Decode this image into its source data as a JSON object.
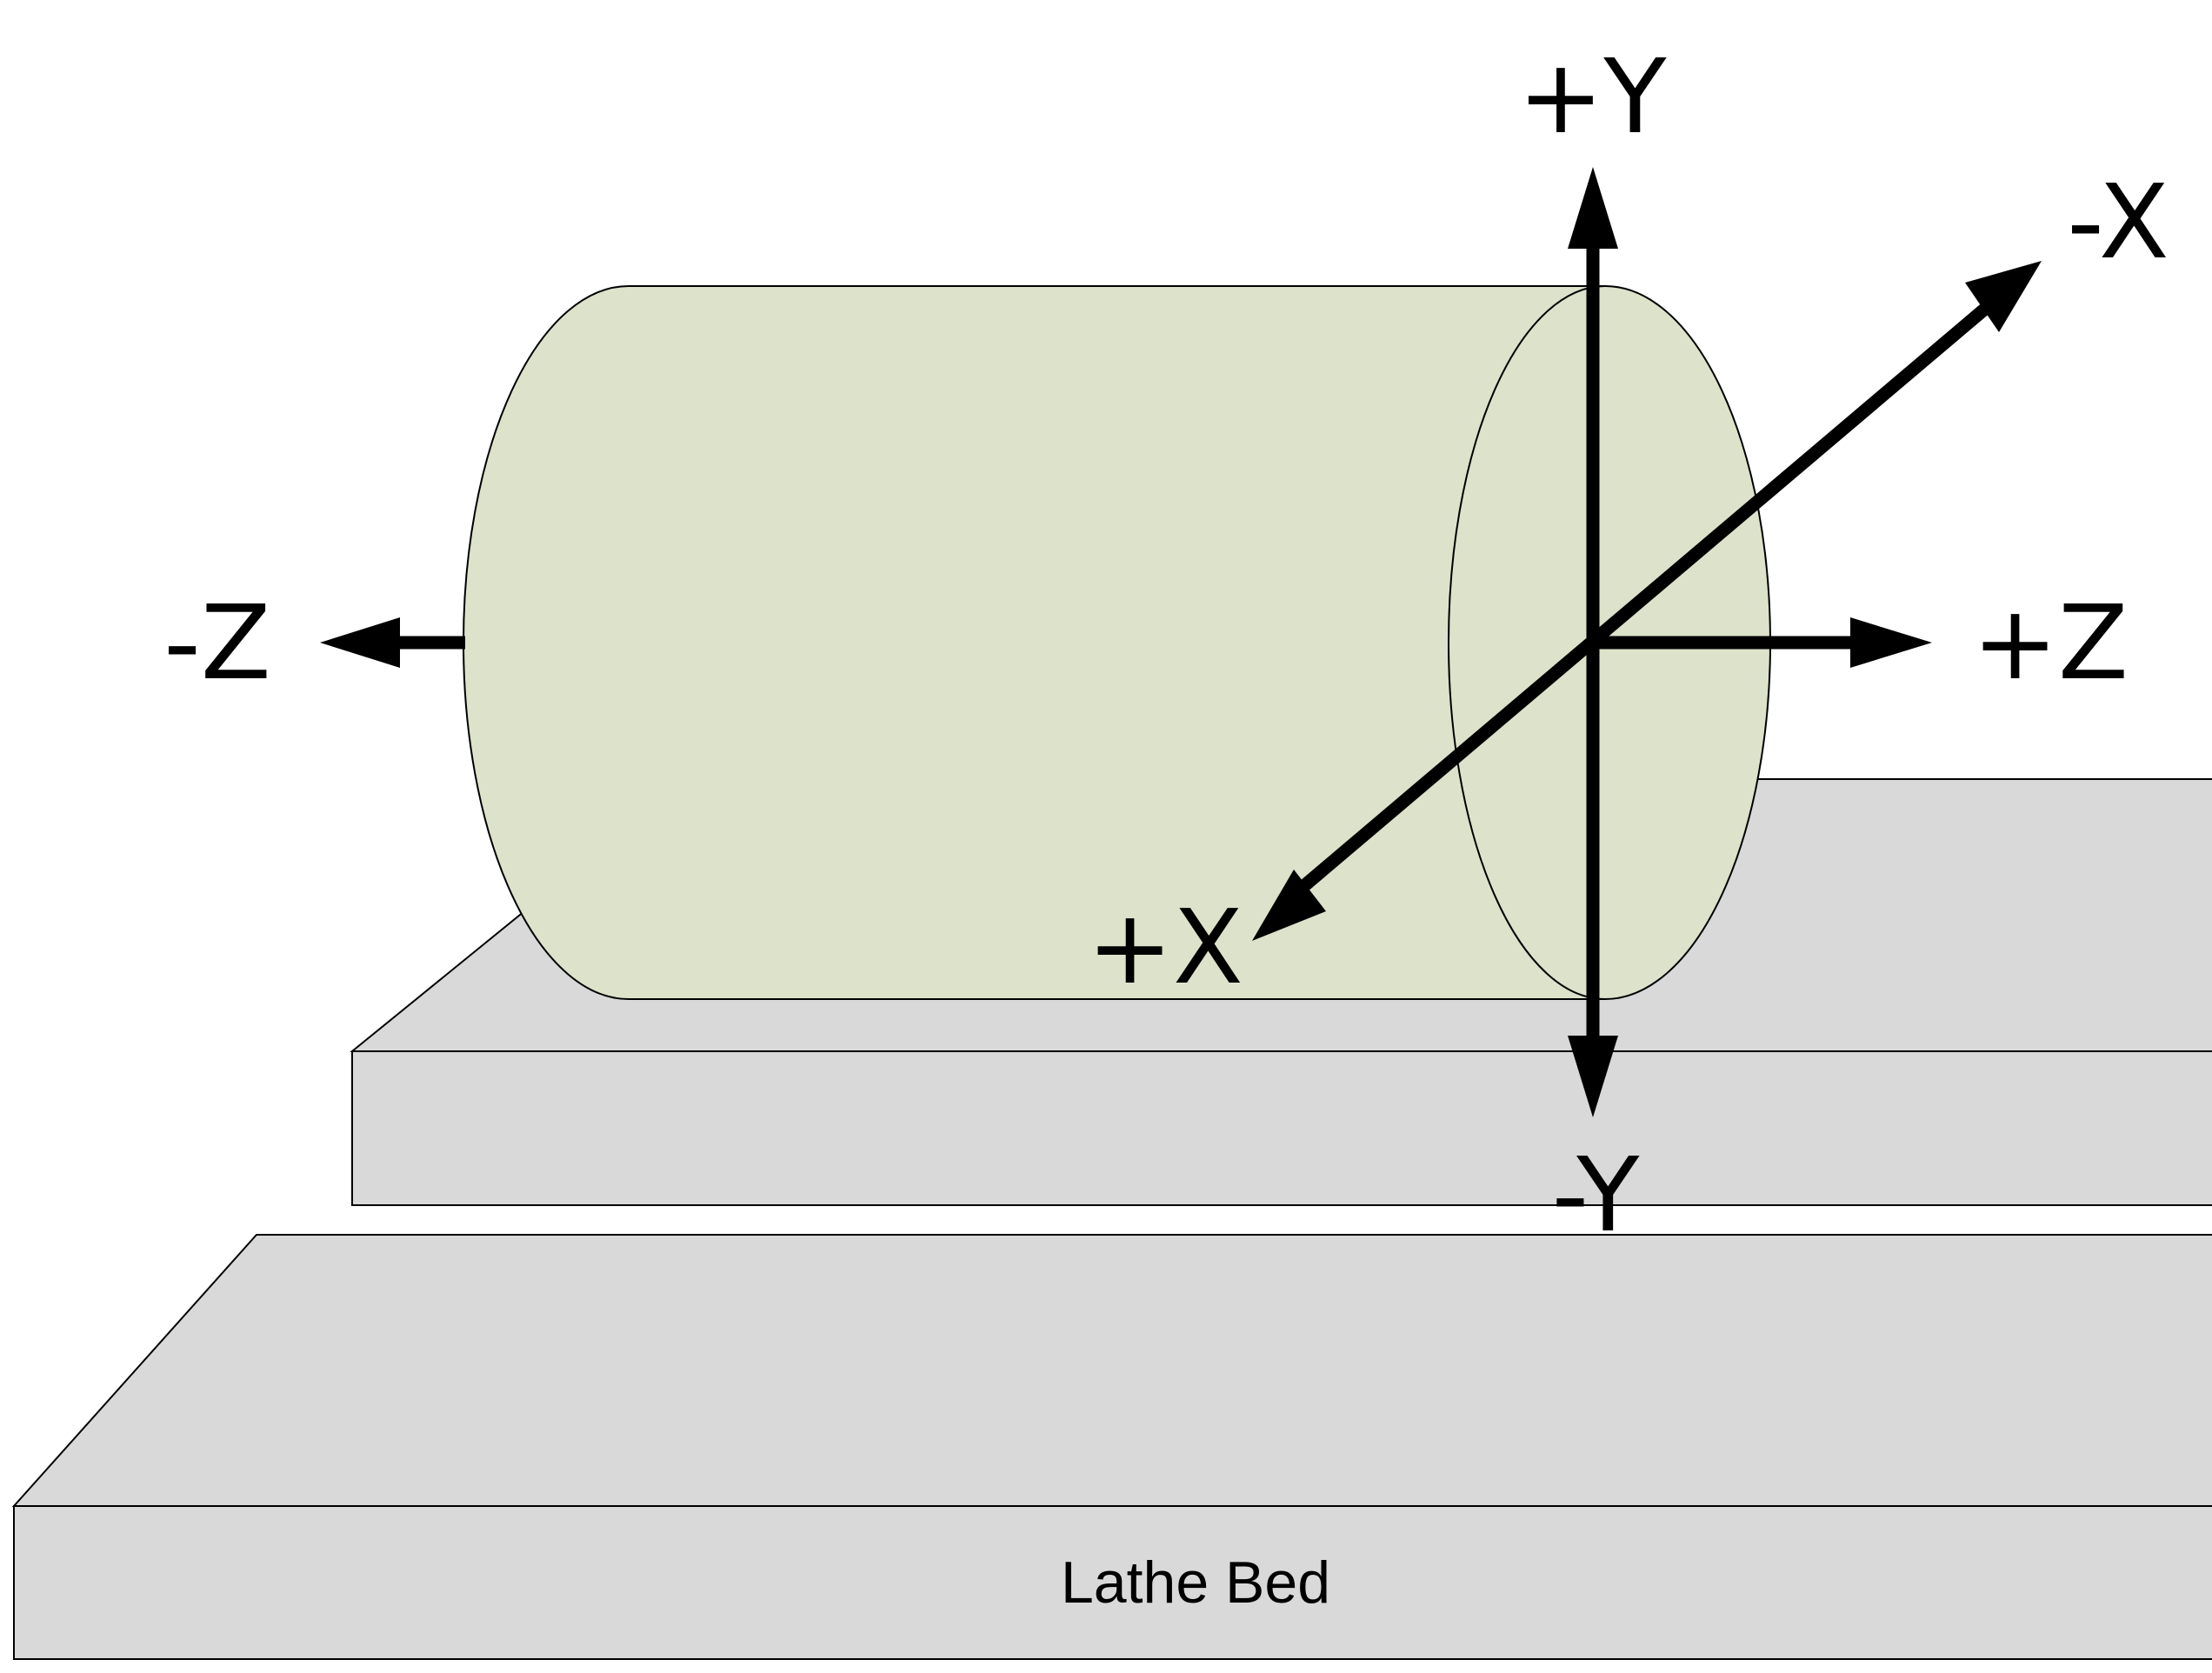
{
  "colors": {
    "background": "#ffffff",
    "bed_fill": "#d9d9d9",
    "workpiece_fill": "#dde2cb",
    "outline": "#000000",
    "axis": "#000000"
  },
  "labels": {
    "plus_y": "+Y",
    "minus_y": "-Y",
    "plus_x": "+X",
    "minus_x": "-X",
    "plus_z": "+Z",
    "minus_z": "-Z",
    "lathe_bed": "Lathe Bed"
  },
  "icons": {
    "workpiece": "cylinder",
    "axes": "three-axis-arrows"
  }
}
